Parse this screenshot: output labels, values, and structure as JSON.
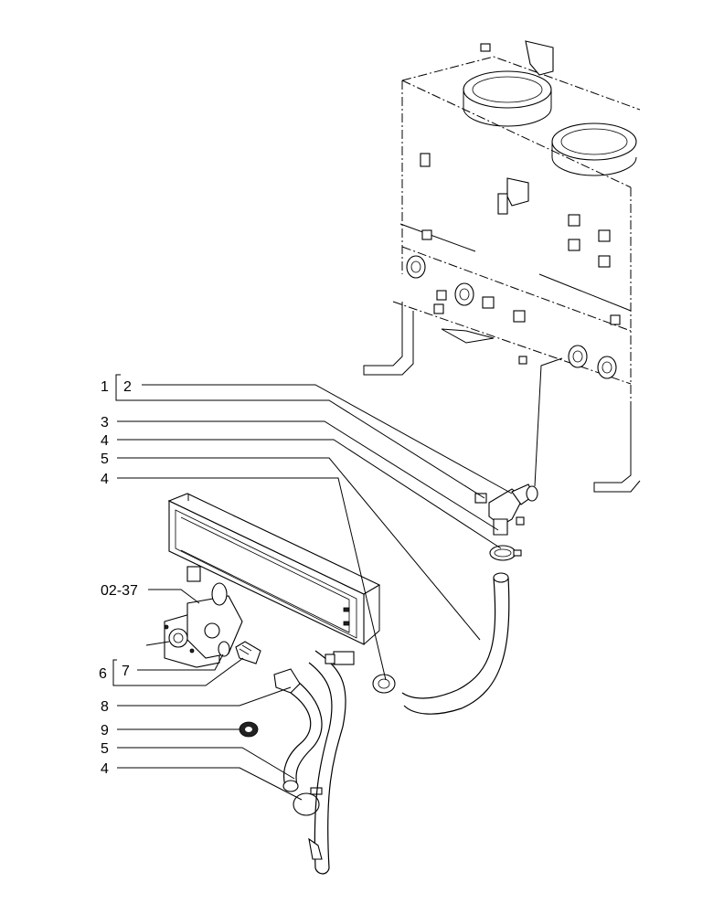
{
  "callouts": [
    {
      "id": "c1",
      "text": "1"
    },
    {
      "id": "c2",
      "text": "2"
    },
    {
      "id": "c3",
      "text": "3"
    },
    {
      "id": "c4a",
      "text": "4"
    },
    {
      "id": "c5a",
      "text": "5"
    },
    {
      "id": "c4b",
      "text": "4"
    },
    {
      "id": "c0237",
      "text": "02-37"
    },
    {
      "id": "c6",
      "text": "6"
    },
    {
      "id": "c7",
      "text": "7"
    },
    {
      "id": "c8",
      "text": "8"
    },
    {
      "id": "c9",
      "text": "9"
    },
    {
      "id": "c5b",
      "text": "5"
    },
    {
      "id": "c4c",
      "text": "4"
    }
  ]
}
